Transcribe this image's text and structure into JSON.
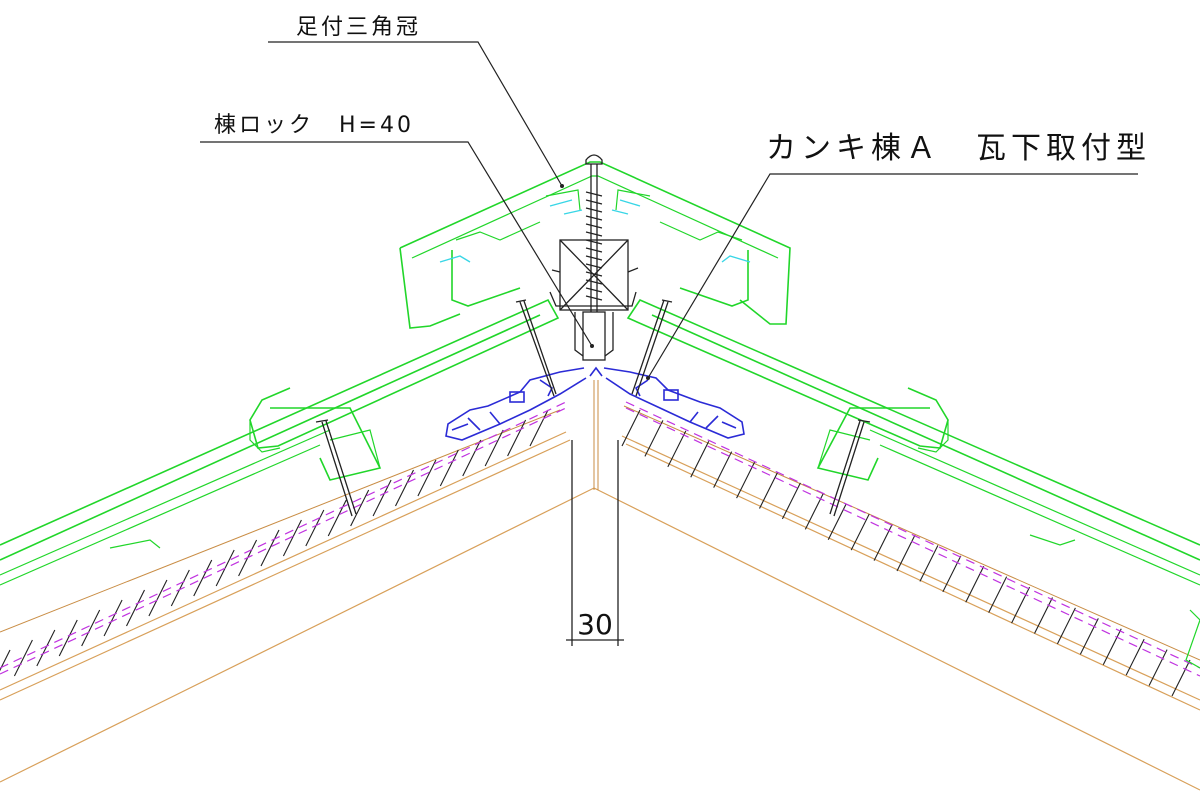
{
  "labels": {
    "ridge_cap": "足付三角冠",
    "ridge_lock": "棟ロック　H=40",
    "product": "カンキ棟Ａ　瓦下取付型",
    "dimension": "30"
  },
  "colors": {
    "tile": "#21d62a",
    "tile_detail": "#38d6e6",
    "wood": "#d8a05a",
    "membrane": "#c033e0",
    "vent_part": "#2b2bd6",
    "hardware": "#222222"
  }
}
